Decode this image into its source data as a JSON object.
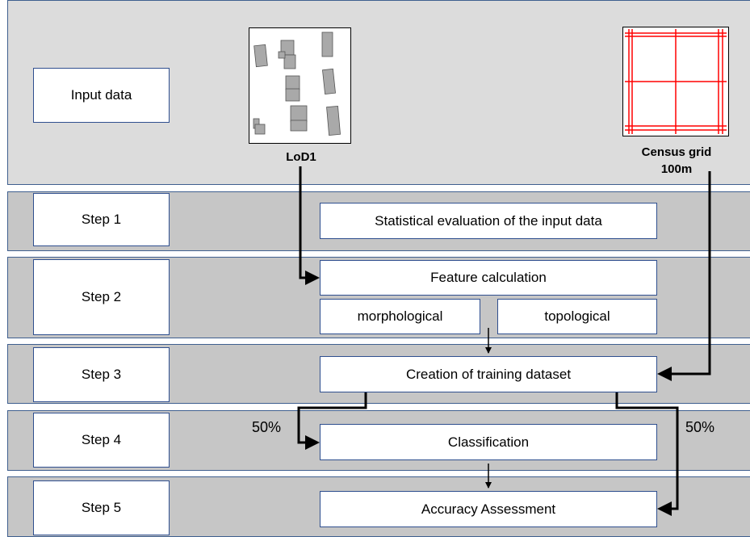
{
  "rows": {
    "input": "Input data",
    "step1": "Step 1",
    "step2": "Step 2",
    "step3": "Step 3",
    "step4": "Step 4",
    "step5": "Step 5"
  },
  "process": {
    "stat_eval": "Statistical evaluation of the input data",
    "feature_calc": "Feature calculation",
    "morphological": "morphological",
    "topological": "topological",
    "training": "Creation of training dataset",
    "classification": "Classification",
    "accuracy": "Accuracy Assessment"
  },
  "inputs": {
    "lod1_label": "LoD1",
    "census_label_line1": "Census grid",
    "census_label_line2": "100m"
  },
  "split": {
    "left_pct": "50%",
    "right_pct": "50%"
  },
  "colors": {
    "band_light": "#dcdcdc",
    "band_dark": "#c6c6c6",
    "box_border": "#2f4f8f",
    "grid_red": "#ff0000",
    "building_gray": "#a9a9a9"
  }
}
